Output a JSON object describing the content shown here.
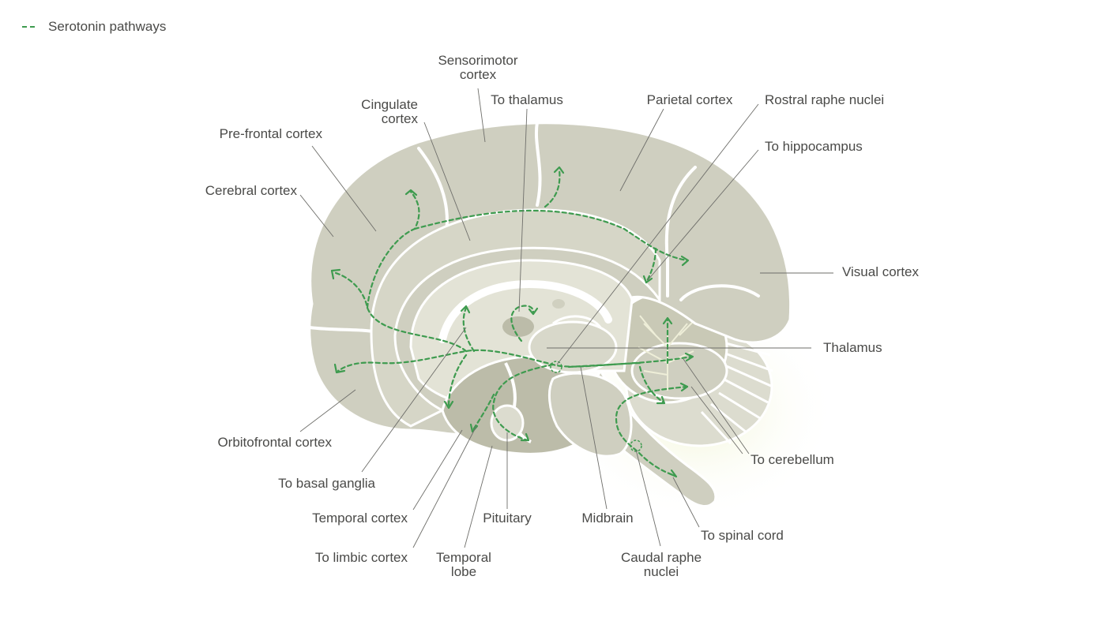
{
  "legend": {
    "label": "Serotonin pathways",
    "color": "#3e9b4f"
  },
  "colors": {
    "cortex": "#cfcfc0",
    "inner": "#dcdccf",
    "deep": "#bcbca9",
    "pathway": "#3e9b4f",
    "glow": "#f3f6dc"
  },
  "labels": {
    "sensorimotor_1": "Sensorimotor",
    "sensorimotor_2": "cortex",
    "cingulate_1": "Cingulate",
    "cingulate_2": "cortex",
    "to_thalamus": "To thalamus",
    "parietal": "Parietal cortex",
    "rostral_raphe": "Rostral raphe nuclei",
    "to_hippocampus": "To hippocampus",
    "prefrontal": "Pre-frontal cortex",
    "cerebral": "Cerebral cortex",
    "visual": "Visual cortex",
    "thalamus": "Thalamus",
    "orbitofrontal": "Orbitofrontal cortex",
    "to_basal_ganglia": "To basal ganglia",
    "temporal_cortex": "Temporal cortex",
    "to_limbic": "To limbic cortex",
    "temporal_lobe_1": "Temporal",
    "temporal_lobe_2": "lobe",
    "pituitary": "Pituitary",
    "midbrain": "Midbrain",
    "caudal_raphe_1": "Caudal raphe",
    "caudal_raphe_2": "nuclei",
    "to_spinal_cord": "To spinal cord",
    "to_cerebellum": "To cerebellum"
  }
}
